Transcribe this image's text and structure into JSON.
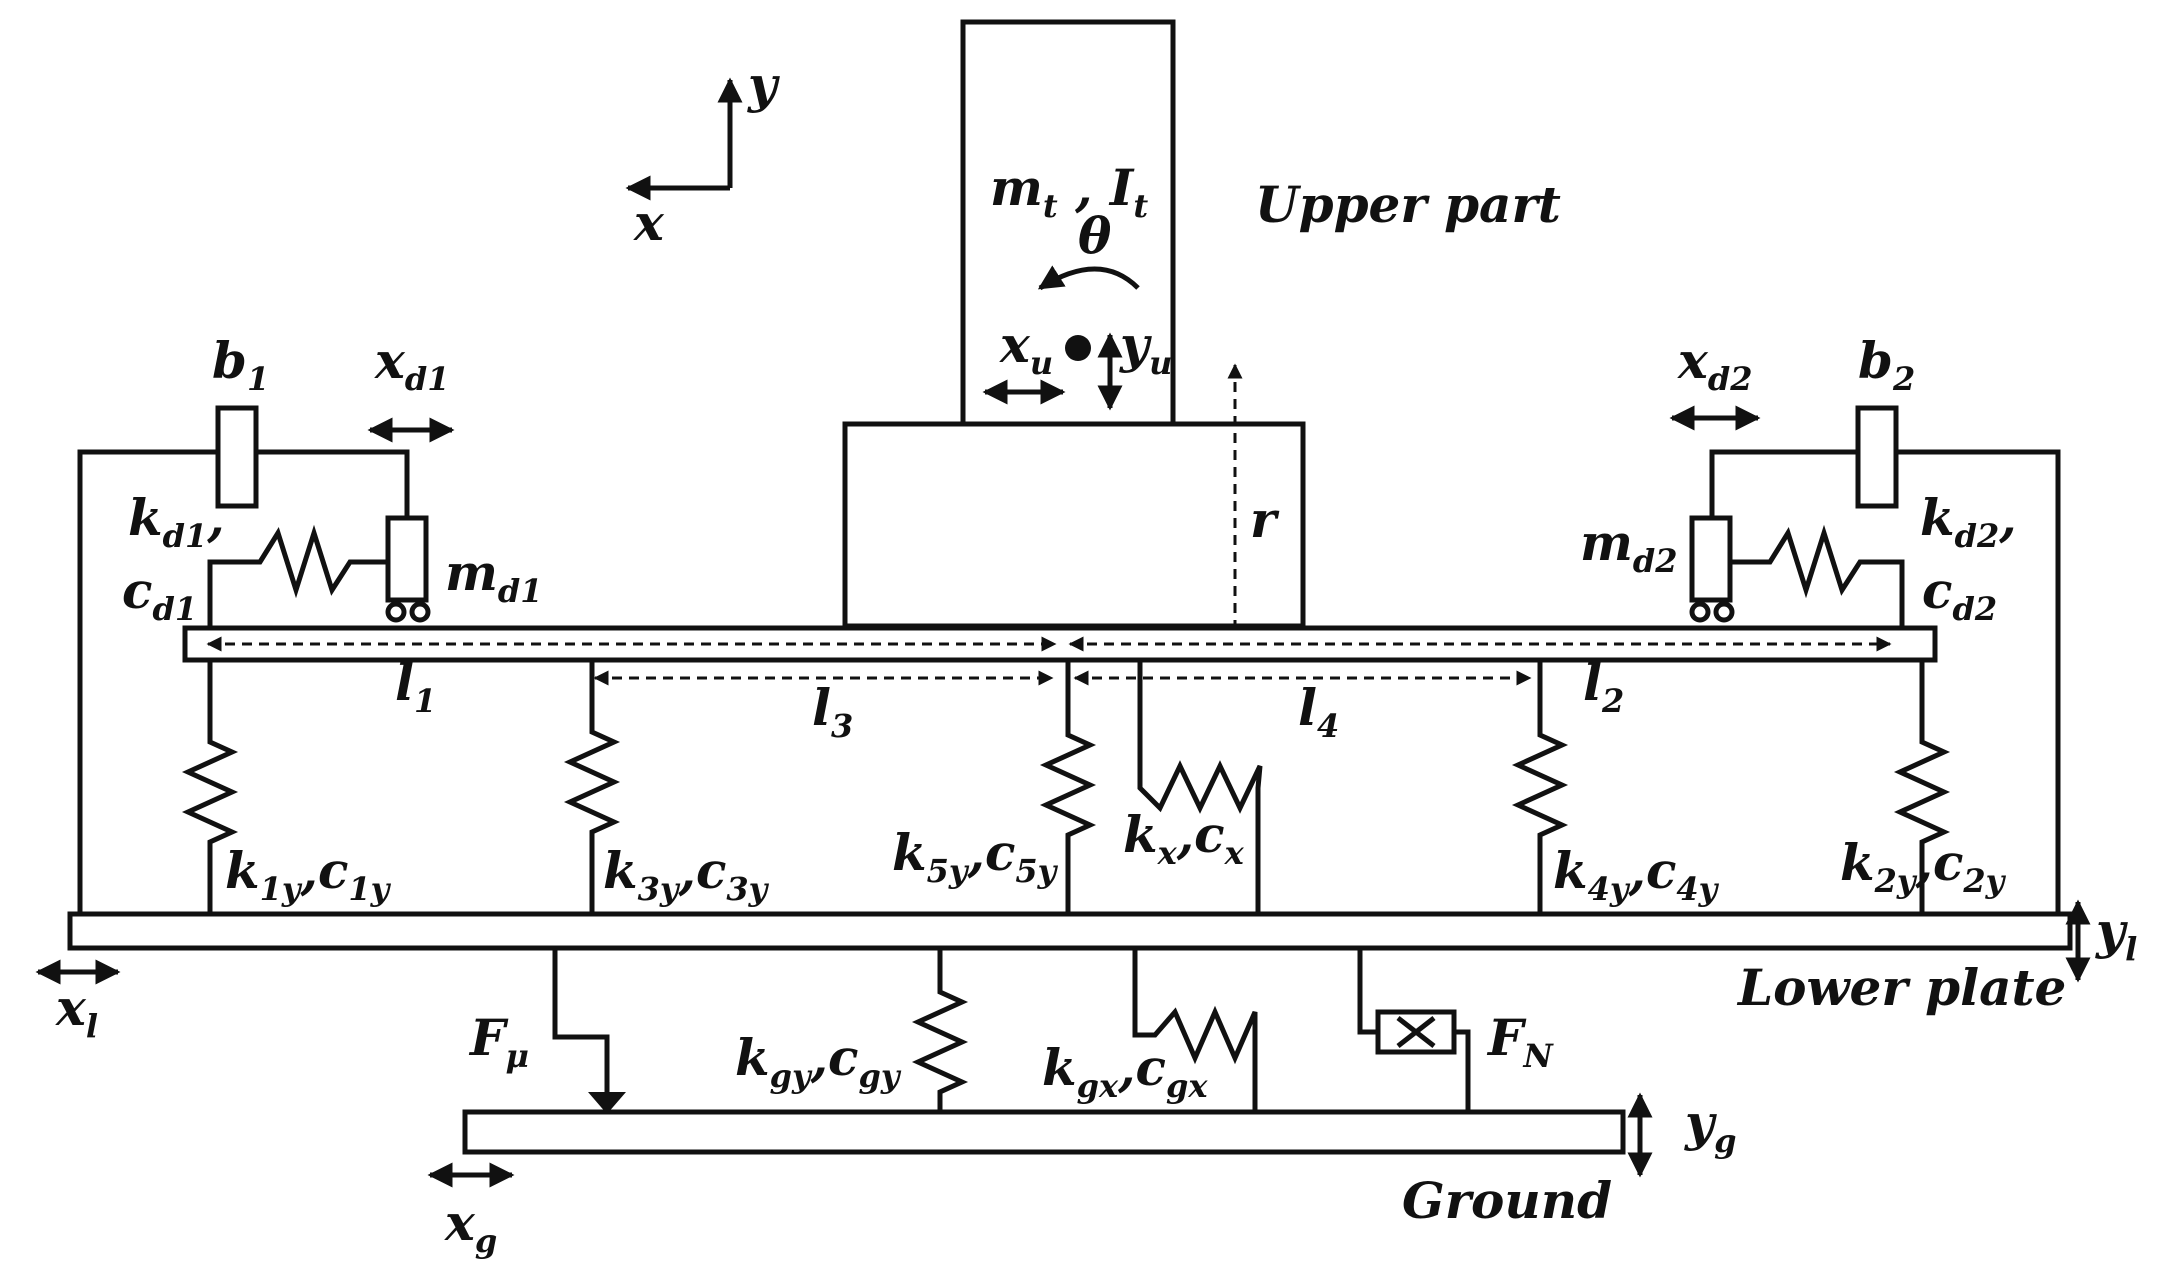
{
  "axes": {
    "x": "x",
    "y": "y"
  },
  "upper": {
    "mass": "m",
    "mass_sub": "t",
    "inertia": "I",
    "inertia_sub": "t",
    "theta": "θ",
    "xu": "x",
    "xu_sub": "u",
    "yu": "y",
    "yu_sub": "u",
    "r": "r",
    "title": "Upper part"
  },
  "damper_left": {
    "b": "b",
    "b_sub": "1",
    "xd": "x",
    "xd_sub": "d1",
    "k": "k",
    "k_sub": "d1",
    "c": "c",
    "c_sub": "d1",
    "m": "m",
    "m_sub": "d1"
  },
  "damper_right": {
    "b": "b",
    "b_sub": "2",
    "xd": "x",
    "xd_sub": "d2",
    "k": "k",
    "k_sub": "d2",
    "c": "c",
    "c_sub": "d2",
    "m": "m",
    "m_sub": "d2"
  },
  "lengths": {
    "l1": "1",
    "l2": "2",
    "l3": "3",
    "l4": "4",
    "l": "l"
  },
  "springs": {
    "s1": {
      "k": "k",
      "k_sub": "1y",
      "c": "c",
      "c_sub": "1y"
    },
    "s3": {
      "k": "k",
      "k_sub": "3y",
      "c": "c",
      "c_sub": "3y"
    },
    "s5": {
      "k": "k",
      "k_sub": "5y",
      "c": "c",
      "c_sub": "5y"
    },
    "sx": {
      "k": "k",
      "k_sub": "x",
      "c": "c",
      "c_sub": "x"
    },
    "s4": {
      "k": "k",
      "k_sub": "4y",
      "c": "c",
      "c_sub": "4y"
    },
    "s2": {
      "k": "k",
      "k_sub": "2y",
      "c": "c",
      "c_sub": "2y"
    }
  },
  "lower": {
    "title": "Lower plate",
    "xl": "x",
    "xl_sub": "l",
    "yl": "y",
    "yl_sub": "l"
  },
  "ground": {
    "title": "Ground",
    "xg": "x",
    "xg_sub": "g",
    "yg": "y",
    "yg_sub": "g",
    "fmu": "F",
    "fmu_sub": "μ",
    "fn": "F",
    "fn_sub": "N",
    "gy": {
      "k": "k",
      "k_sub": "gy",
      "c": "c",
      "c_sub": "gy"
    },
    "gx": {
      "k": "k",
      "k_sub": "gx",
      "c": "c",
      "c_sub": "gx"
    }
  }
}
